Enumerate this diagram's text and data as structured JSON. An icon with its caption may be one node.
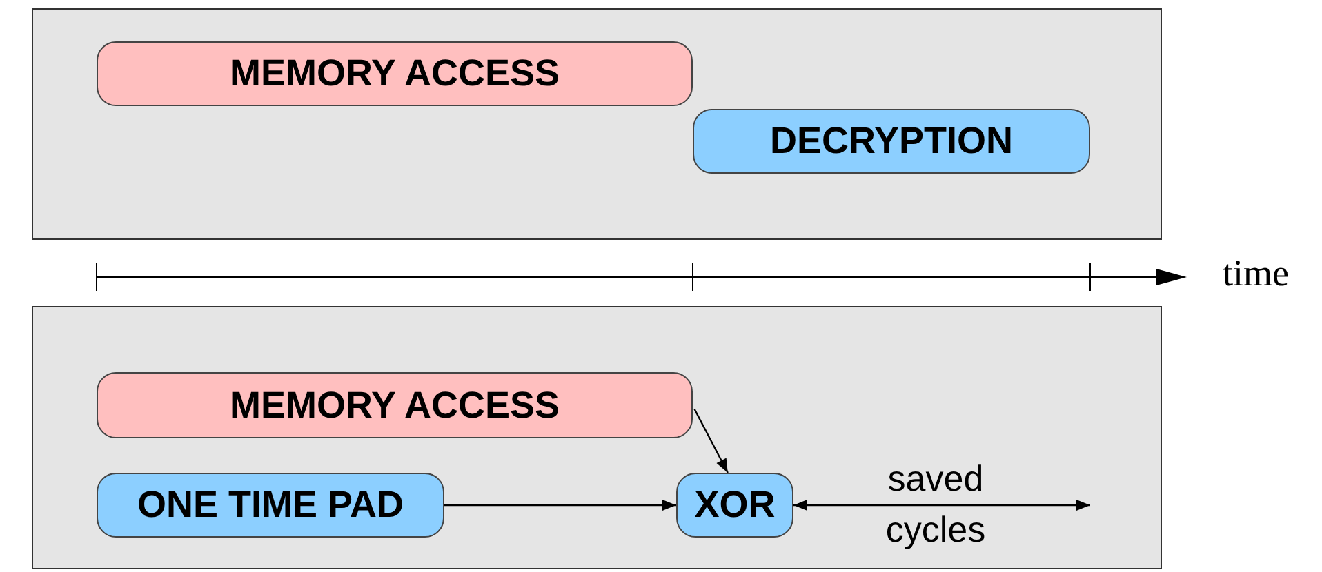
{
  "diagram": {
    "nodes": [
      {
        "text": [],
        "shape": "box"
      },
      {
        "text": [
          "MEMORY ACCESS"
        ],
        "in": 0
      },
      {
        "text": [
          "DECRYPTION"
        ],
        "in": 0
      },
      {
        "text": [],
        "shape": "box"
      },
      {
        "text": [
          "MEMORY ACCESS"
        ],
        "in": 3
      },
      {
        "text": [
          "ONE TIME PAD"
        ],
        "in": 3
      },
      {
        "text": [
          "XOR"
        ],
        "in": 3
      }
    ],
    "edges": [
      {
        "from": 4,
        "to": 6,
        "arrow": "to"
      },
      {
        "from": 5,
        "to": 6,
        "arrow": "to"
      },
      {
        "from": 6,
        "to": null,
        "arrow": "both",
        "label": "saved cycles"
      }
    ],
    "labels": [
      "time"
    ]
  }
}
